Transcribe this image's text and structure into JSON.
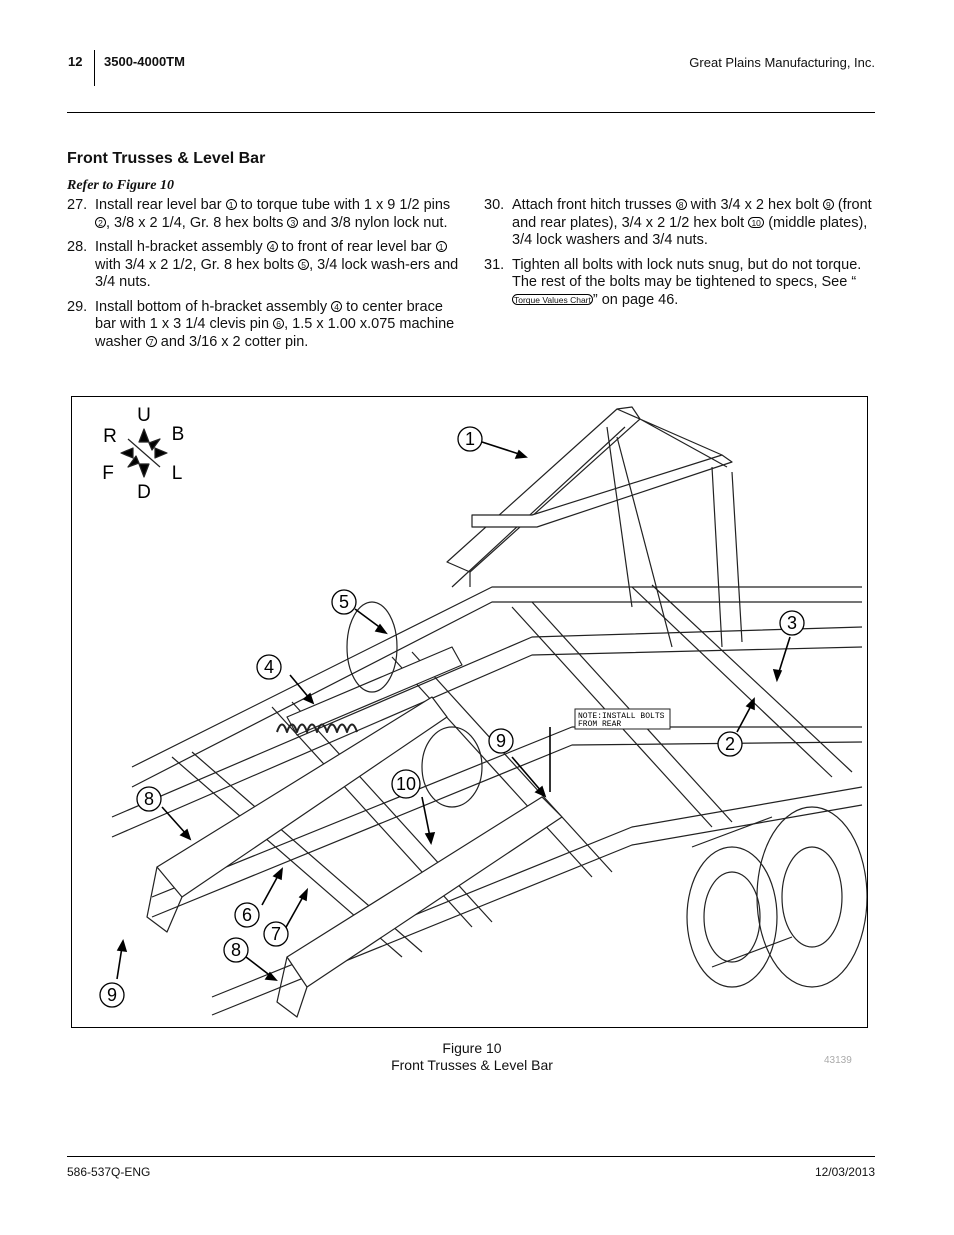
{
  "header": {
    "page_number": "12",
    "doc_title": "3500-4000TM",
    "company": "Great Plains Manufacturing, Inc."
  },
  "section": {
    "title": "Front Trusses & Level Bar",
    "refer": "Refer to Figure 10"
  },
  "steps_left": [
    {
      "num": "27.",
      "parts": [
        "Install rear level bar ",
        "1",
        " to torque tube with 1 x 9 1/2 pins ",
        "2",
        ", 3/8 x 2 1/4, Gr. 8 hex bolts ",
        "3",
        " and 3/8 nylon lock nut."
      ]
    },
    {
      "num": "28.",
      "parts": [
        "Install h-bracket assembly ",
        "4",
        " to front of rear level bar ",
        "1",
        " with 3/4 x 2 1/2, Gr. 8 hex bolts ",
        "5",
        ", 3/4 lock wash-ers and 3/4 nuts."
      ]
    },
    {
      "num": "29.",
      "parts": [
        "Install bottom of h-bracket assembly ",
        "4",
        " to center brace bar with 1 x 3 1/4 clevis pin ",
        "6",
        ", 1.5 x 1.00 x.075 machine washer ",
        "7",
        " and 3/16 x 2 cotter pin."
      ]
    }
  ],
  "steps_right": [
    {
      "num": "30.",
      "parts": [
        "Attach front hitch trusses ",
        "8",
        " with 3/4 x 2 hex bolt ",
        "9",
        " (front and rear plates), 3/4 x 2 1/2 hex bolt ",
        "10",
        " (middle plates), 3/4 lock washers and 3/4 nuts."
      ]
    },
    {
      "num": "31.",
      "parts": [
        "Tighten all bolts with lock nuts snug, but do not torque. The rest of the bolts may be tightened to specs, See “",
        "Torque Values Chart",
        "” on page 46."
      ],
      "bold_index": 5
    }
  ],
  "figure": {
    "compass": {
      "up": "U",
      "down": "D",
      "left": "R",
      "right": "B",
      "front": "F",
      "lateral": "L"
    },
    "note_line1": "NOTE:INSTALL BOLTS",
    "note_line2": "FROM REAR",
    "callouts": [
      "1",
      "2",
      "3",
      "4",
      "5",
      "6",
      "7",
      "8",
      "8",
      "9",
      "9",
      "10"
    ],
    "caption_line1": "Figure 10",
    "caption_line2": "Front Trusses & Level Bar",
    "part_number": "43139"
  },
  "footer": {
    "left": "586-537Q-ENG",
    "right": "12/03/2013"
  }
}
